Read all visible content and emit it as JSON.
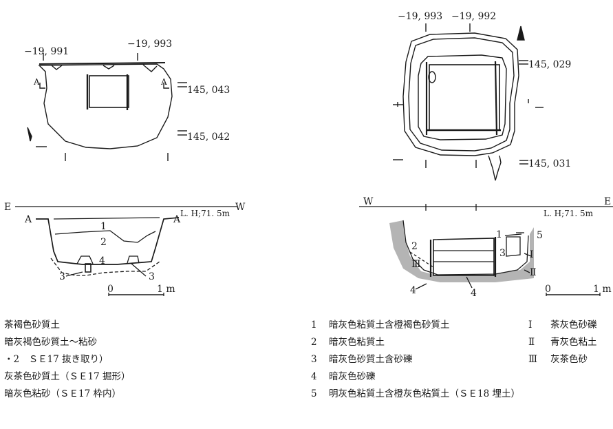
{
  "left_plan": {
    "coords_top": [
      "−19, 991",
      "−19, 993"
    ],
    "coords_right": [
      "145, 043",
      "145, 042"
    ],
    "point_label": "A"
  },
  "left_section": {
    "directions": [
      "E",
      "W"
    ],
    "point_label": "A",
    "level": "L. H;71. 5m",
    "layers": [
      "1",
      "2",
      "4",
      "3",
      "3"
    ],
    "scale_zero": "0",
    "scale_end": "1 m"
  },
  "right_plan": {
    "coords_top": [
      "−19, 993",
      "−19, 992"
    ],
    "coords_right": [
      "145, 029",
      "145, 031"
    ]
  },
  "right_section": {
    "directions": [
      "W",
      "E"
    ],
    "level": "L. H;71. 5m",
    "layers": [
      "1",
      "5",
      "2",
      "3",
      "Ⅲ",
      "Ⅰ",
      "Ⅱ",
      "4",
      "4"
    ],
    "scale_zero": "0",
    "scale_end": "1 m"
  },
  "legend_left": [
    "茶褐色砂質土",
    "暗灰褐色砂質土～粘砂",
    "・2　ＳＥ17 抜き取り）",
    "灰茶色砂質土（ＳＥ17 掘形）",
    "暗灰色粘砂（ＳＥ17 枠内）"
  ],
  "legend_right": [
    {
      "n": "1",
      "text": "暗灰色粘質土含橙褐色砂質土"
    },
    {
      "n": "2",
      "text": "暗灰色粘質土"
    },
    {
      "n": "3",
      "text": "暗灰色砂質土含砂礫"
    },
    {
      "n": "4",
      "text": "暗灰色砂礫"
    },
    {
      "n": "5",
      "text": "明灰色粘質土含橙灰色粘質土（ＳＥ18 埋土）"
    }
  ],
  "legend_roman": [
    {
      "n": "Ⅰ",
      "text": "茶灰色砂礫"
    },
    {
      "n": "Ⅱ",
      "text": "青灰色粘土"
    },
    {
      "n": "Ⅲ",
      "text": "灰茶色砂"
    }
  ],
  "colors": {
    "ink": "#1a1a1a",
    "shade": "#b4b4b4"
  }
}
